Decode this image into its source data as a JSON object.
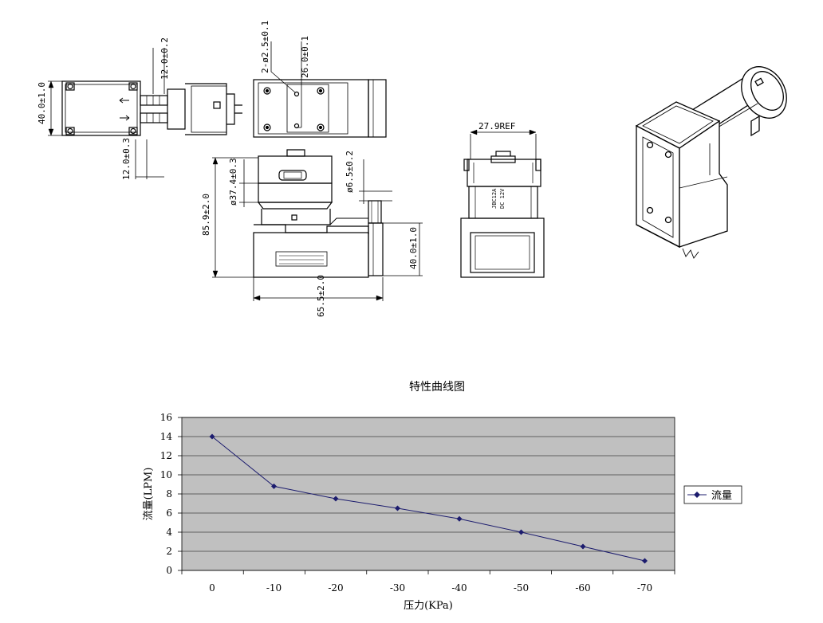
{
  "drawings": {
    "top_view": {
      "dim_width": "40.0±1.0",
      "dim_top": "12.0±0.2",
      "dim_bottom": "12.0±0.3"
    },
    "front_top": {
      "dim_holes": "2-ø2.5±0.1",
      "dim_spacing": "26.0±0.1"
    },
    "front_view": {
      "dim_diameter": "ø37.4±0.3",
      "dim_nozzle": "ø6.5±0.2",
      "dim_height": "85.9±2.0",
      "dim_body": "40.0±1.0",
      "dim_length": "65.5±2.0"
    },
    "side_view": {
      "dim_ref": "27.9REF",
      "label_line1": "JBC12A",
      "label_line2": "DC 12V"
    }
  },
  "chart_data": {
    "type": "line",
    "title": "特性曲线图",
    "xlabel": "压力(KPa)",
    "ylabel": "流量(LPM)",
    "categories": [
      "0",
      "-10",
      "-20",
      "-30",
      "-40",
      "-50",
      "-60",
      "-70"
    ],
    "series": [
      {
        "name": "流量",
        "values": [
          14,
          8.8,
          7.5,
          6.5,
          5.4,
          4.0,
          2.5,
          1.0
        ]
      }
    ],
    "ylim": [
      0,
      16
    ],
    "yticks": [
      "0",
      "2",
      "4",
      "6",
      "8",
      "10",
      "12",
      "14",
      "16"
    ],
    "grid": true,
    "legend": "right",
    "colors": {
      "plot_bg": "#c0c0c0",
      "line": "#1c1c6e",
      "marker": "#1c1c6e"
    }
  }
}
